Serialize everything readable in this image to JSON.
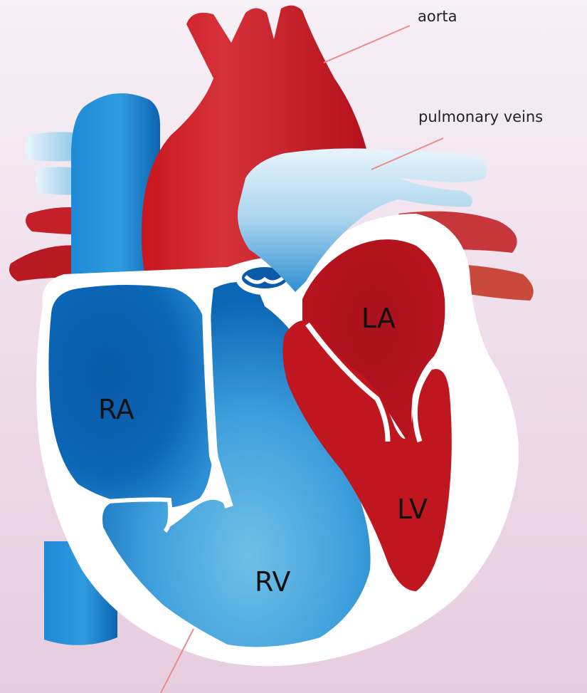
{
  "labels": {
    "aorta": "aorta",
    "pulmonary_veins": "pulmonary veins",
    "la": "LA",
    "ra": "RA",
    "lv": "LV",
    "rv": "RV"
  },
  "colors": {
    "background": "#eedbe9",
    "oxygenated": "#c0141f",
    "deoxygenated": "#0a6fbd",
    "pulmonary_vein": "#cfe6f4",
    "leader_line": "#ec8a8a",
    "outline": "#ffffff"
  },
  "icons": {
    "heart": "heart-diagram"
  }
}
